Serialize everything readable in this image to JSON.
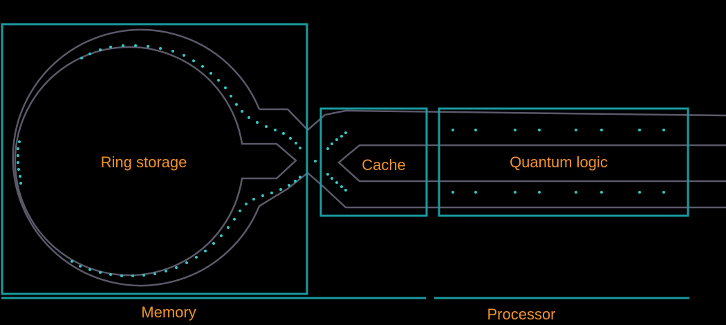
{
  "colors": {
    "background": "#000000",
    "region_outline": "#1a9ba0",
    "electrode": "#5a5a6a",
    "ion": "#2ec9c9",
    "label": "#f0932b"
  },
  "regions": {
    "memory_box": {
      "label": "Ring storage"
    },
    "cache_box": {
      "label": "Cache"
    },
    "logic_box": {
      "label": "Quantum logic"
    }
  },
  "sections": {
    "memory": "Memory",
    "processor": "Processor"
  }
}
